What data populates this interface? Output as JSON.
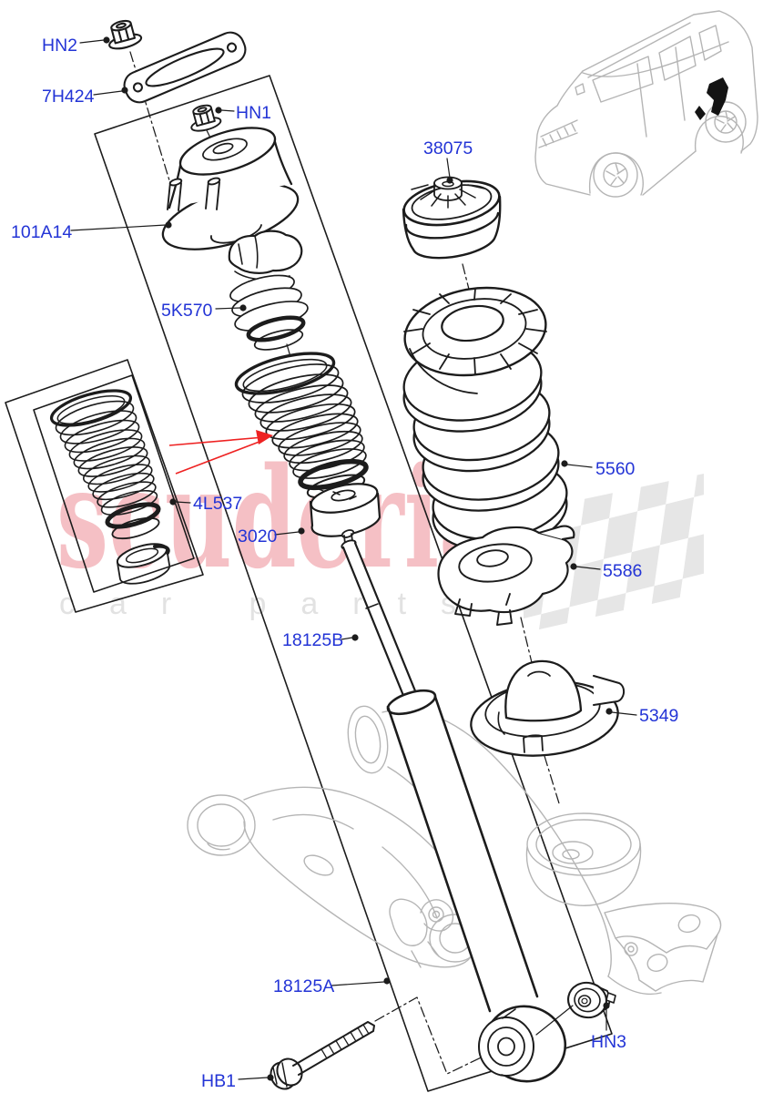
{
  "diagram": {
    "type": "exploded-parts-diagram",
    "subject": "rear springs and shock absorbers",
    "callouts": [
      {
        "id": "HN2"
      },
      {
        "id": "7H424"
      },
      {
        "id": "HN1"
      },
      {
        "id": "101A14"
      },
      {
        "id": "5K570"
      },
      {
        "id": "38075"
      },
      {
        "id": "4L537"
      },
      {
        "id": "3020"
      },
      {
        "id": "5560"
      },
      {
        "id": "5586"
      },
      {
        "id": "18125B"
      },
      {
        "id": "5349"
      },
      {
        "id": "18125A"
      },
      {
        "id": "HB1"
      },
      {
        "id": "HN3"
      }
    ],
    "colors": {
      "label": "#2334d6",
      "line": "#1c1c1c",
      "ghost_part": "#b5b5b5",
      "red_arrow": "#ee2222"
    }
  },
  "watermark": {
    "brand": "scuderia",
    "tagline": "car parts",
    "brand_color": "#f5c0c5",
    "tagline_color": "#e2e2e2",
    "checker_color": "#e6e6e6"
  }
}
